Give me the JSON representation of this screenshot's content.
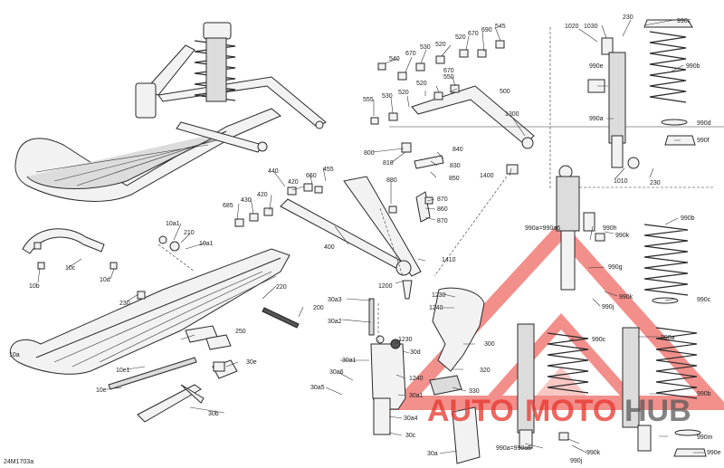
{
  "diagram": {
    "code": "24M1703a",
    "watermark": {
      "word1": "AUTO",
      "word2": "MOTO",
      "word3": "HUB",
      "color_red": "#e8352d",
      "color_gray": "#5a5a5a"
    },
    "callouts": [
      {
        "id": "c1020",
        "text": "1020"
      },
      {
        "id": "c1030",
        "text": "1030"
      },
      {
        "id": "c230a",
        "text": "230"
      },
      {
        "id": "c990c_top",
        "text": "990c"
      },
      {
        "id": "c990b_top",
        "text": "990b"
      },
      {
        "id": "c990e",
        "text": "990e"
      },
      {
        "id": "c990a_top",
        "text": "990a"
      },
      {
        "id": "c990d",
        "text": "990d"
      },
      {
        "id": "c990f",
        "text": "990f"
      },
      {
        "id": "c1010",
        "text": "1010"
      },
      {
        "id": "c230b",
        "text": "230"
      },
      {
        "id": "c545",
        "text": "545"
      },
      {
        "id": "c690",
        "text": "690"
      },
      {
        "id": "c670a",
        "text": "670"
      },
      {
        "id": "c520a",
        "text": "520"
      },
      {
        "id": "c520b",
        "text": "520"
      },
      {
        "id": "c530a",
        "text": "530"
      },
      {
        "id": "c670b",
        "text": "670"
      },
      {
        "id": "c540",
        "text": "540"
      },
      {
        "id": "c520c",
        "text": "520"
      },
      {
        "id": "c670c",
        "text": "670"
      },
      {
        "id": "c550",
        "text": "550"
      },
      {
        "id": "c500",
        "text": "500"
      },
      {
        "id": "c555",
        "text": "555"
      },
      {
        "id": "c530b",
        "text": "530"
      },
      {
        "id": "c520d",
        "text": "520"
      },
      {
        "id": "c1300",
        "text": "1300"
      },
      {
        "id": "c800",
        "text": "800"
      },
      {
        "id": "c810",
        "text": "810"
      },
      {
        "id": "c840",
        "text": "840"
      },
      {
        "id": "c830",
        "text": "830"
      },
      {
        "id": "c850",
        "text": "850"
      },
      {
        "id": "c1400",
        "text": "1400"
      },
      {
        "id": "c440",
        "text": "440"
      },
      {
        "id": "c660",
        "text": "660"
      },
      {
        "id": "c455",
        "text": "455"
      },
      {
        "id": "c420a",
        "text": "420"
      },
      {
        "id": "c420b",
        "text": "420"
      },
      {
        "id": "c880",
        "text": "880"
      },
      {
        "id": "c870a",
        "text": "870"
      },
      {
        "id": "c860",
        "text": "860"
      },
      {
        "id": "c870b",
        "text": "870"
      },
      {
        "id": "c685",
        "text": "685"
      },
      {
        "id": "c430",
        "text": "430"
      },
      {
        "id": "c400",
        "text": "400"
      },
      {
        "id": "c1410",
        "text": "1410"
      },
      {
        "id": "c10a1a",
        "text": "10a1"
      },
      {
        "id": "c210",
        "text": "210"
      },
      {
        "id": "c10a1b",
        "text": "10a1"
      },
      {
        "id": "c10c",
        "text": "10c"
      },
      {
        "id": "c10b",
        "text": "10b"
      },
      {
        "id": "c10d",
        "text": "10d"
      },
      {
        "id": "c230c",
        "text": "230"
      },
      {
        "id": "c220",
        "text": "220"
      },
      {
        "id": "c200",
        "text": "200"
      },
      {
        "id": "c1200",
        "text": "1200"
      },
      {
        "id": "c1230a",
        "text": "1230"
      },
      {
        "id": "c1240a",
        "text": "1240"
      },
      {
        "id": "c30a3",
        "text": "30a3"
      },
      {
        "id": "c30a2",
        "text": "30a2"
      },
      {
        "id": "c250",
        "text": "250"
      },
      {
        "id": "c10a",
        "text": "10a"
      },
      {
        "id": "c1230b",
        "text": "1230"
      },
      {
        "id": "c30d",
        "text": "30d"
      },
      {
        "id": "c300",
        "text": "300"
      },
      {
        "id": "c30a1a",
        "text": "30a1"
      },
      {
        "id": "c1240b",
        "text": "1240"
      },
      {
        "id": "c320",
        "text": "320"
      },
      {
        "id": "c30e",
        "text": "30e"
      },
      {
        "id": "c10e1",
        "text": "10e1"
      },
      {
        "id": "c30a6",
        "text": "30a6"
      },
      {
        "id": "c30a5",
        "text": "30a5"
      },
      {
        "id": "c30a1b",
        "text": "30a1"
      },
      {
        "id": "c330",
        "text": "330"
      },
      {
        "id": "c10e",
        "text": "10e"
      },
      {
        "id": "c30b",
        "text": "30b"
      },
      {
        "id": "c30a4",
        "text": "30a4"
      },
      {
        "id": "c30c",
        "text": "30c"
      },
      {
        "id": "c30a",
        "text": "30a"
      },
      {
        "id": "c990aa6",
        "text": "990a=990a6"
      },
      {
        "id": "c990h",
        "text": "990h"
      },
      {
        "id": "c990k_a",
        "text": "990k"
      },
      {
        "id": "c990b_mid",
        "text": "990b"
      },
      {
        "id": "c990g",
        "text": "990g"
      },
      {
        "id": "c990k_b",
        "text": "990k"
      },
      {
        "id": "c990j_a",
        "text": "990j"
      },
      {
        "id": "c990c_mid",
        "text": "990c"
      },
      {
        "id": "c990c_low",
        "text": "990c"
      },
      {
        "id": "c990a_low",
        "text": "990a"
      },
      {
        "id": "c990b_low",
        "text": "990b"
      },
      {
        "id": "c990m",
        "text": "990m"
      },
      {
        "id": "c990aa5",
        "text": "990a=990a5"
      },
      {
        "id": "c990k_c",
        "text": "990k"
      },
      {
        "id": "c990j_b",
        "text": "990j"
      },
      {
        "id": "c990e_low",
        "text": "990e"
      }
    ]
  }
}
